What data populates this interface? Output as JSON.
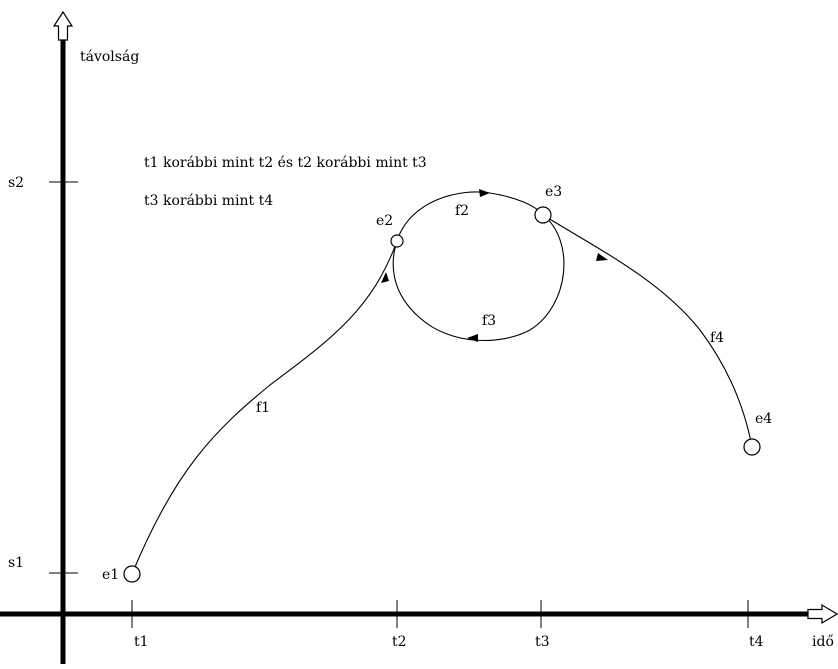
{
  "axes": {
    "y_label": "távolság",
    "x_label": "idő",
    "y_ticks": [
      "s2",
      "s1"
    ],
    "x_ticks": [
      "t1",
      "t2",
      "t3",
      "t4"
    ]
  },
  "notes": [
    "t1 korábbi mint t2 és t2 korábbi mint t3",
    "t3 korábbi mint t4"
  ],
  "nodes": [
    "e1",
    "e2",
    "e3",
    "e4"
  ],
  "edges": [
    "f1",
    "f2",
    "f3",
    "f4"
  ]
}
